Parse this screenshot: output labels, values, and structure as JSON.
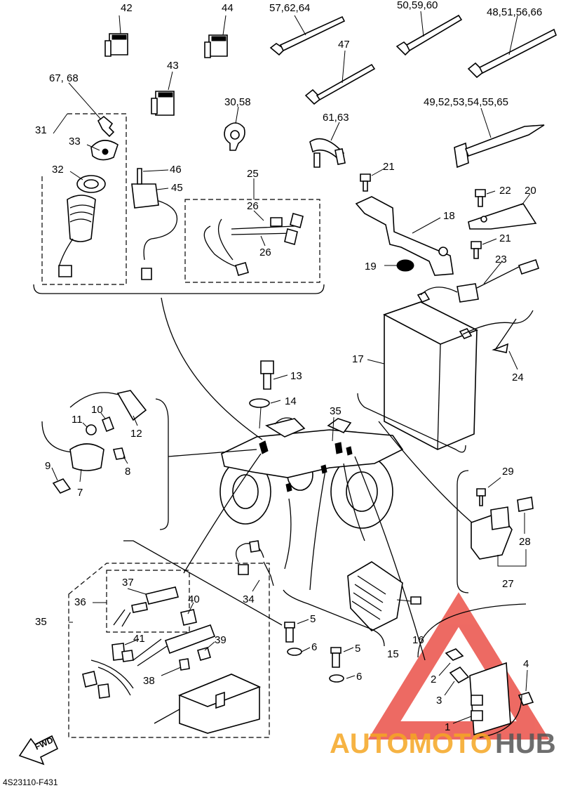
{
  "callouts": {
    "c42": "42",
    "c44": "44",
    "c57_62_64": "57,62,64",
    "c50_59_60": "50,59,60",
    "c48_51_56_66": "48,51,56,66",
    "c47": "47",
    "c43": "43",
    "c30_58": "30,58",
    "c61_63": "61,63",
    "c49_52": "49,52,53,54,55,65",
    "c67_68": "67, 68",
    "c31": "31",
    "c33": "33",
    "c32": "32",
    "c46": "46",
    "c45": "45",
    "c25": "25",
    "c26a": "26",
    "c26b": "26",
    "c21a": "21",
    "c22": "22",
    "c20": "20",
    "c18": "18",
    "c21b": "21",
    "c19": "19",
    "c23": "23",
    "c17": "17",
    "c24": "24",
    "c13": "13",
    "c14": "14",
    "c35a": "35",
    "c10": "10",
    "c11": "11",
    "c12": "12",
    "c9": "9",
    "c8": "8",
    "c7": "7",
    "c29": "29",
    "c28": "28",
    "c27": "27",
    "c37": "37",
    "c36": "36",
    "c40": "40",
    "c35b": "35",
    "c41": "41",
    "c39": "39",
    "c38": "38",
    "c34": "34",
    "c5a": "5",
    "c6a": "6",
    "c5b": "5",
    "c6b": "6",
    "c15": "15",
    "c16": "16",
    "c2": "2",
    "c3": "3",
    "c1": "1",
    "c4": "4"
  },
  "fwd_arrow": "FWD",
  "figure_code": "4S23110-F431",
  "watermark": {
    "part1": "AUTOMOTO",
    "part2": "HUB",
    "color_main": "#f5a623",
    "color_alt": "#555555",
    "triangle_color": "#e8392f"
  }
}
